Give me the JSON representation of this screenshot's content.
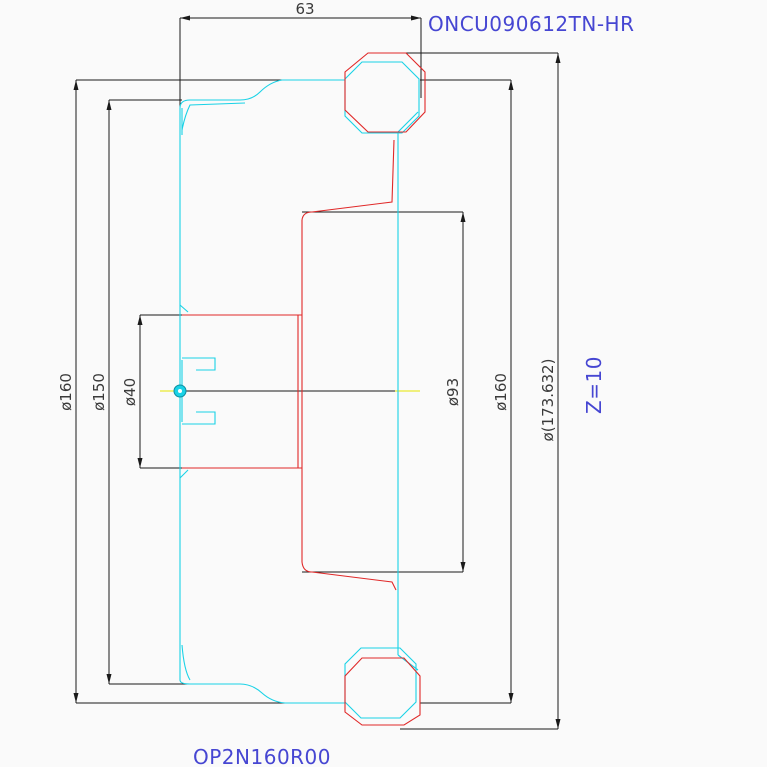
{
  "labels": {
    "insert_code": "ONCU090612TN-HR",
    "tool_code": "OP2N160R00",
    "teeth": "Z=10"
  },
  "dimensions": {
    "width_63": "63",
    "d160_left": "ø160",
    "d150": "ø150",
    "d40": "ø40",
    "d93": "ø93",
    "d160_right": "ø160",
    "d173": "ø(173.632)"
  },
  "colors": {
    "dimension_lines": "#1a1a1a",
    "tool_outline": "#19d2e6",
    "insert_outline": "#e02828",
    "center_line": "#e6e600",
    "label_text": "#4646d2"
  }
}
